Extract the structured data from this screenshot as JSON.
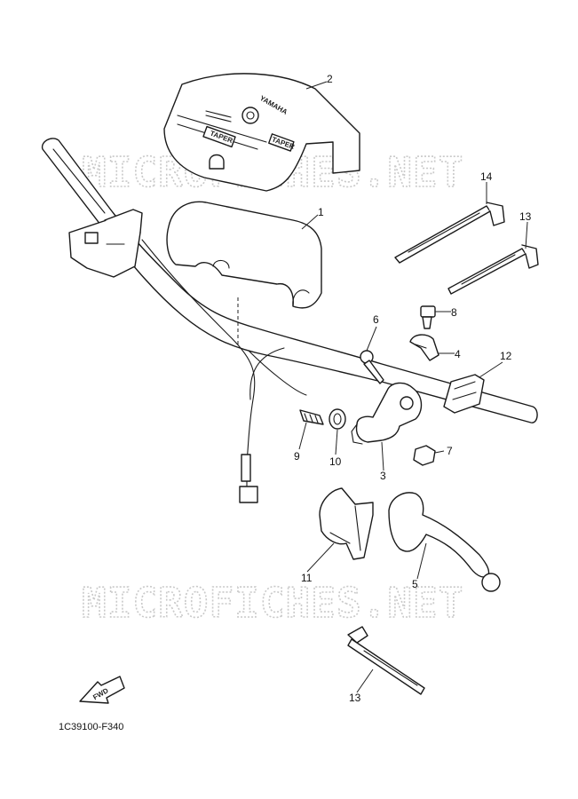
{
  "watermark_text": "MICROFICHES.NET",
  "diagram_code": "1C39100-F340",
  "fwd_label": "FWD",
  "cover_brand": "YAMAHA",
  "cover_badge_left": "TAPER",
  "cover_badge_right": "TAPER",
  "callouts": [
    {
      "id": "1",
      "label": "1"
    },
    {
      "id": "2",
      "label": "2"
    },
    {
      "id": "3",
      "label": "3"
    },
    {
      "id": "4",
      "label": "4"
    },
    {
      "id": "5",
      "label": "5"
    },
    {
      "id": "6",
      "label": "6"
    },
    {
      "id": "7",
      "label": "7"
    },
    {
      "id": "8",
      "label": "8"
    },
    {
      "id": "9",
      "label": "9"
    },
    {
      "id": "10",
      "label": "10"
    },
    {
      "id": "11",
      "label": "11"
    },
    {
      "id": "12",
      "label": "12"
    },
    {
      "id": "13a",
      "label": "13"
    },
    {
      "id": "13b",
      "label": "13"
    },
    {
      "id": "14",
      "label": "14"
    }
  ]
}
